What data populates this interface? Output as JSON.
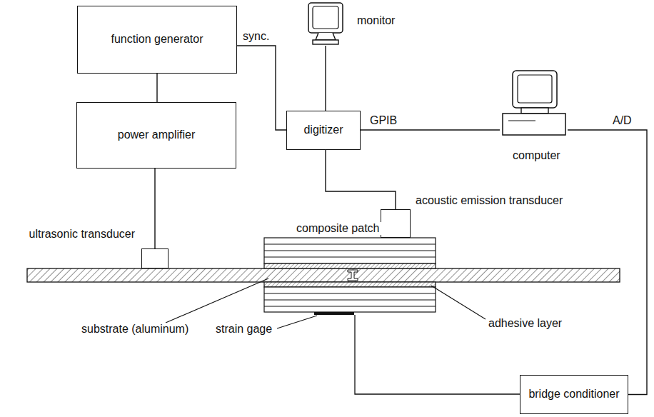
{
  "diagram": {
    "nodes": [
      {
        "text": [
          "function generator"
        ]
      },
      {
        "text": [
          "monitor"
        ]
      },
      {
        "text": [
          "power amplifier"
        ]
      },
      {
        "text": [
          "digitizer"
        ]
      },
      {
        "text": [
          "computer"
        ]
      },
      {
        "text": [
          "ultrasonic transducer"
        ]
      },
      {
        "text": [
          "acoustic emission transducer"
        ]
      },
      {
        "text": [
          "bridge conditioner"
        ]
      }
    ],
    "edges": [
      {
        "from": 0,
        "to": 2,
        "arrow": "none"
      },
      {
        "from": 0,
        "to": 3,
        "label": "sync.",
        "arrow": "none"
      },
      {
        "from": 1,
        "to": 3,
        "arrow": "none"
      },
      {
        "from": 3,
        "to": 4,
        "label": "GPIB",
        "arrow": "none"
      },
      {
        "from": 3,
        "to": 6,
        "arrow": "none"
      },
      {
        "from": 2,
        "to": 5,
        "arrow": "none"
      },
      {
        "from": 4,
        "to": 7,
        "label": "A/D",
        "arrow": "none"
      }
    ],
    "labels": [
      "composite patch",
      "substrate (aluminum)",
      "adhesive layer",
      "strain gage"
    ]
  }
}
